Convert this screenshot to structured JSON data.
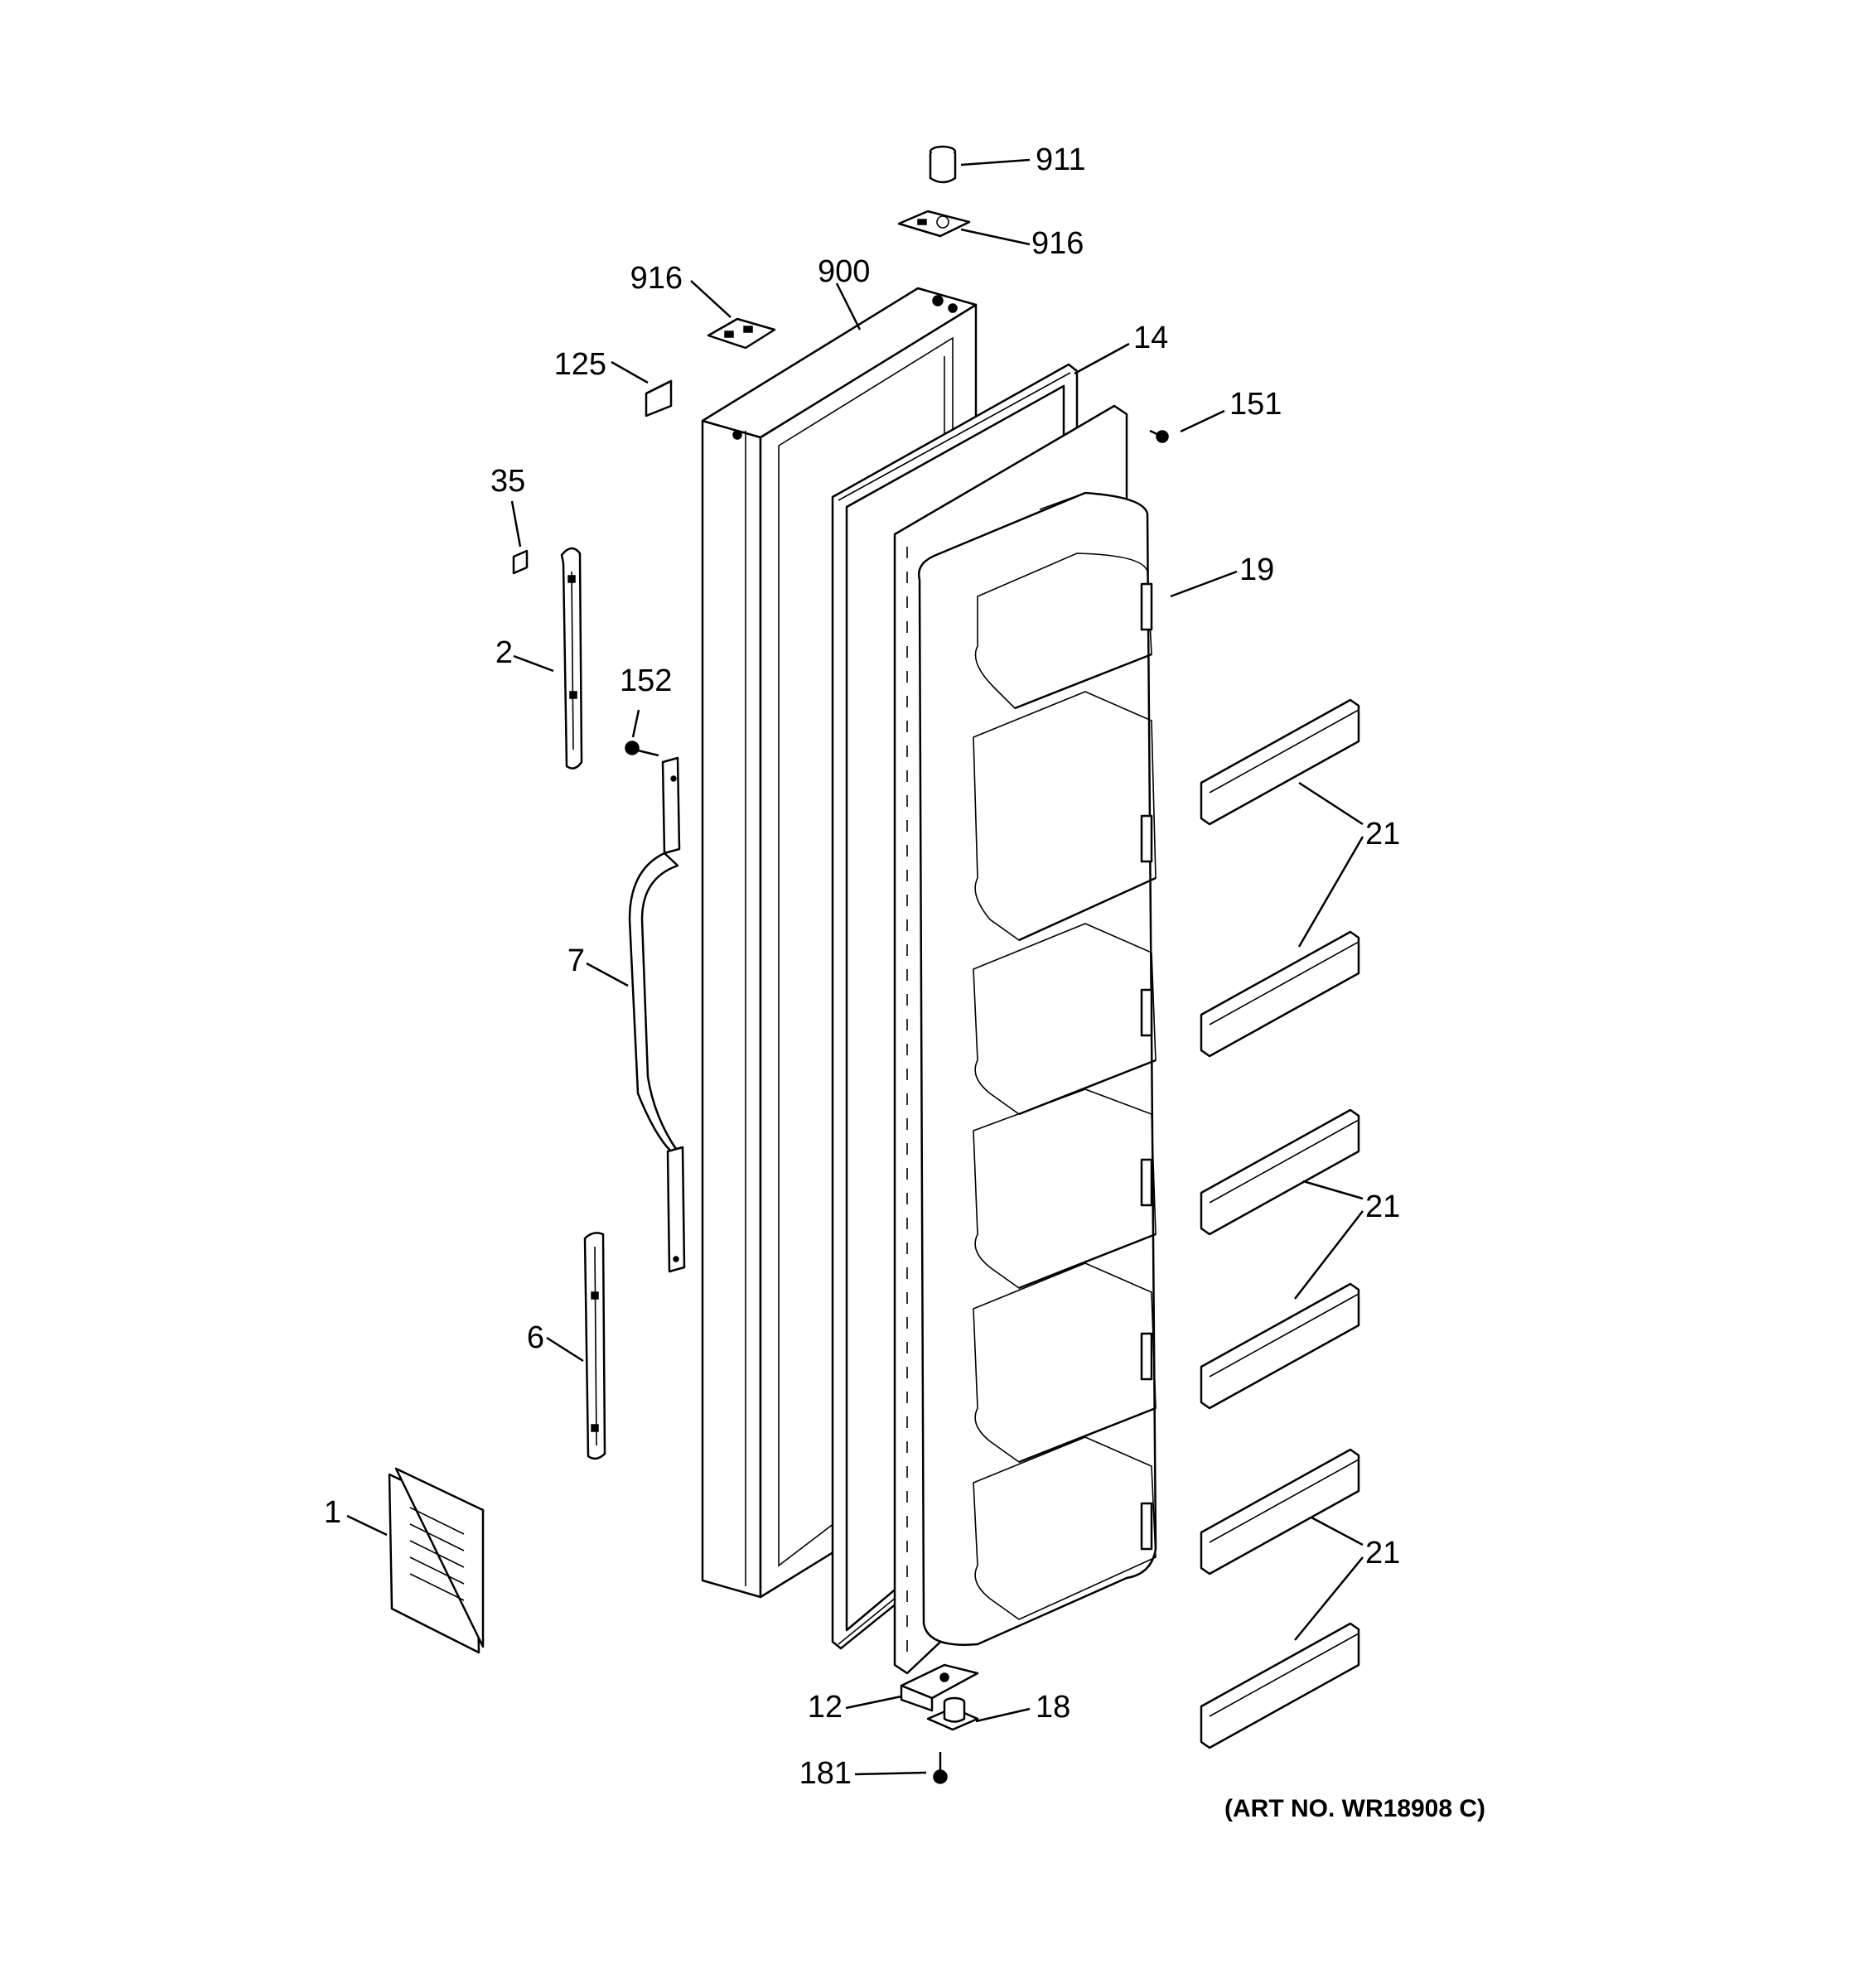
{
  "callouts": {
    "c911": "911",
    "c916_right": "916",
    "c916_left": "916",
    "c900": "900",
    "c14": "14",
    "c125": "125",
    "c151": "151",
    "c35": "35",
    "c19": "19",
    "c2": "2",
    "c152": "152",
    "c21_a": "21",
    "c7": "7",
    "c21_b": "21",
    "c6": "6",
    "c1": "1",
    "c21_c": "21",
    "c12": "12",
    "c18": "18",
    "c181": "181"
  },
  "art_number": "(ART NO. WR18908 C)"
}
